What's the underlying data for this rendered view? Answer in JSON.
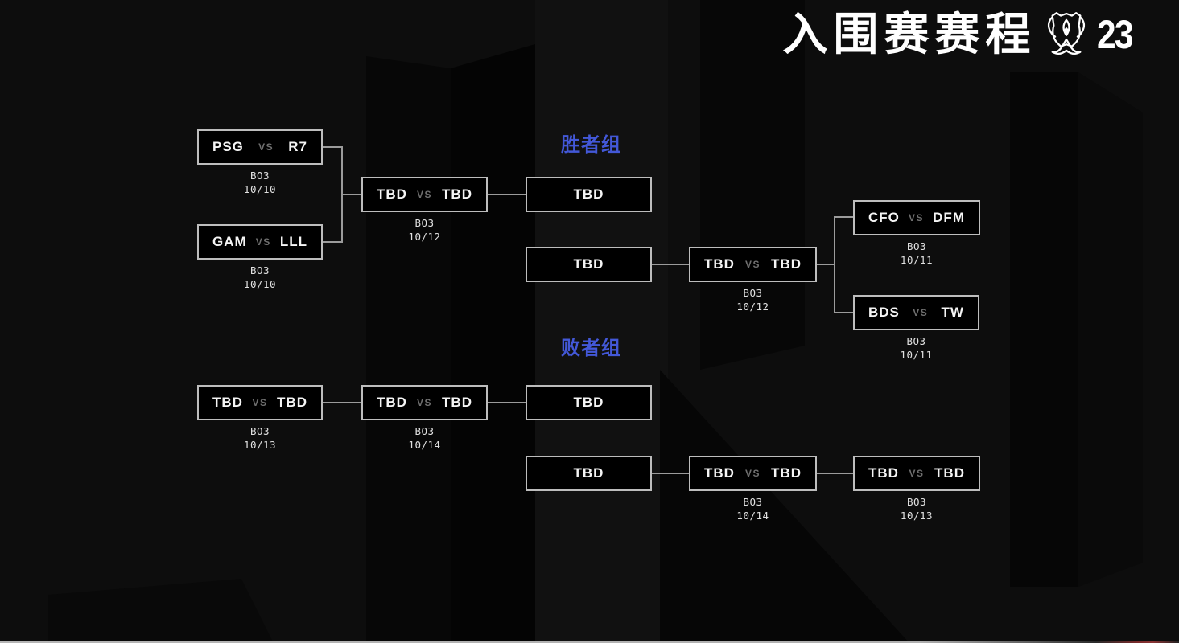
{
  "header": {
    "title": "入围赛赛程",
    "year": "23",
    "trophy_icon": "worlds-summoners-cup"
  },
  "sections": {
    "winners_label": "胜者组",
    "losers_label": "败者组"
  },
  "colors": {
    "background": "#0d0d0d",
    "box_border": "#bdbdbd",
    "box_fill": "#000000",
    "team_text": "#f5f5f5",
    "vs_text": "#6f6f6f",
    "meta_text": "#e0e0e0",
    "group_label": "#4358d8",
    "connector": "#9b9b9b",
    "title_text": "#ffffff",
    "bottom_line": "#b5b5b5"
  },
  "matches": [
    {
      "left": "PSG",
      "vs": "VS",
      "right": "R7",
      "format": "BO3",
      "date": "10/10"
    },
    {
      "left": "GAM",
      "vs": "VS",
      "right": "LLL",
      "format": "BO3",
      "date": "10/10"
    },
    {
      "left": "TBD",
      "vs": "VS",
      "right": "TBD",
      "format": "BO3",
      "date": "10/12"
    },
    {
      "team": "TBD"
    },
    {
      "team": "TBD"
    },
    {
      "left": "TBD",
      "vs": "VS",
      "right": "TBD",
      "format": "BO3",
      "date": "10/12"
    },
    {
      "left": "CFO",
      "vs": "VS",
      "right": "DFM",
      "format": "BO3",
      "date": "10/11"
    },
    {
      "left": "BDS",
      "vs": "VS",
      "right": "TW",
      "format": "BO3",
      "date": "10/11"
    },
    {
      "left": "TBD",
      "vs": "VS",
      "right": "TBD",
      "format": "BO3",
      "date": "10/13"
    },
    {
      "left": "TBD",
      "vs": "VS",
      "right": "TBD",
      "format": "BO3",
      "date": "10/14"
    },
    {
      "team": "TBD"
    },
    {
      "team": "TBD"
    },
    {
      "left": "TBD",
      "vs": "VS",
      "right": "TBD",
      "format": "BO3",
      "date": "10/14"
    },
    {
      "left": "TBD",
      "vs": "VS",
      "right": "TBD",
      "format": "BO3",
      "date": "10/13"
    }
  ]
}
